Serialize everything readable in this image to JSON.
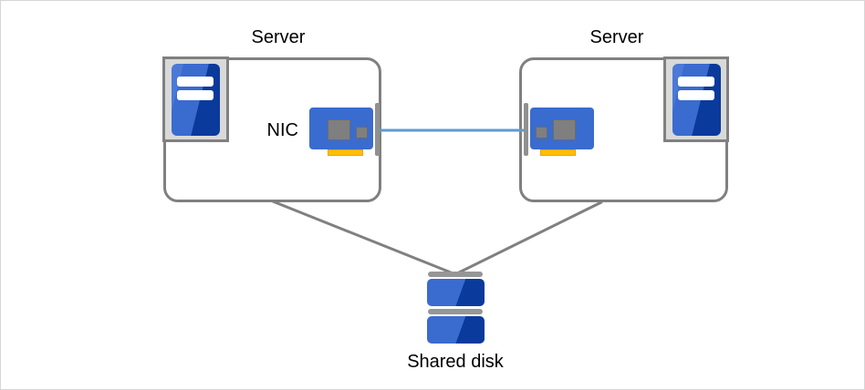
{
  "diagram": {
    "server_left_label": "Server",
    "server_right_label": "Server",
    "nic_label": "NIC",
    "shared_disk_label": "Shared disk"
  },
  "icons": {
    "server_tower": "blue tower unit with two white drive bays in gray rack frame",
    "nic_card": "blue network interface card with gray chips, gold edge connector and mounting bracket",
    "shared_disk": "stacked blue disk platters with gray separators"
  },
  "palette": {
    "text": "#000000",
    "box-border": "#808080",
    "wire-gray": "#808080",
    "wire-blue": "#5b9bd5",
    "frame-fill": "#d9d9d9",
    "frame-border": "#808080",
    "icon-blue": "#3a6bcf",
    "icon-blue-lt": "#4a79d6",
    "icon-navy": "#0a3a9b",
    "chip-gray": "#7f7f7f",
    "bracket-gray": "#909090",
    "gold": "#ffc000",
    "gold-dark": "#eda200",
    "disk-bar": "#969696"
  }
}
